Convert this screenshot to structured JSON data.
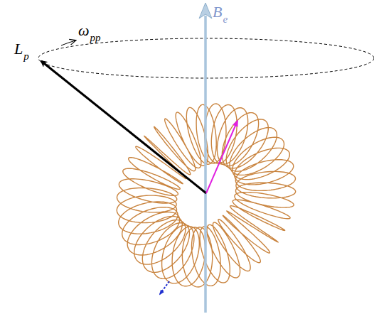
{
  "diagram": {
    "labels": [
      "B",
      "e",
      "ω",
      "pp",
      "L",
      "p"
    ]
  }
}
